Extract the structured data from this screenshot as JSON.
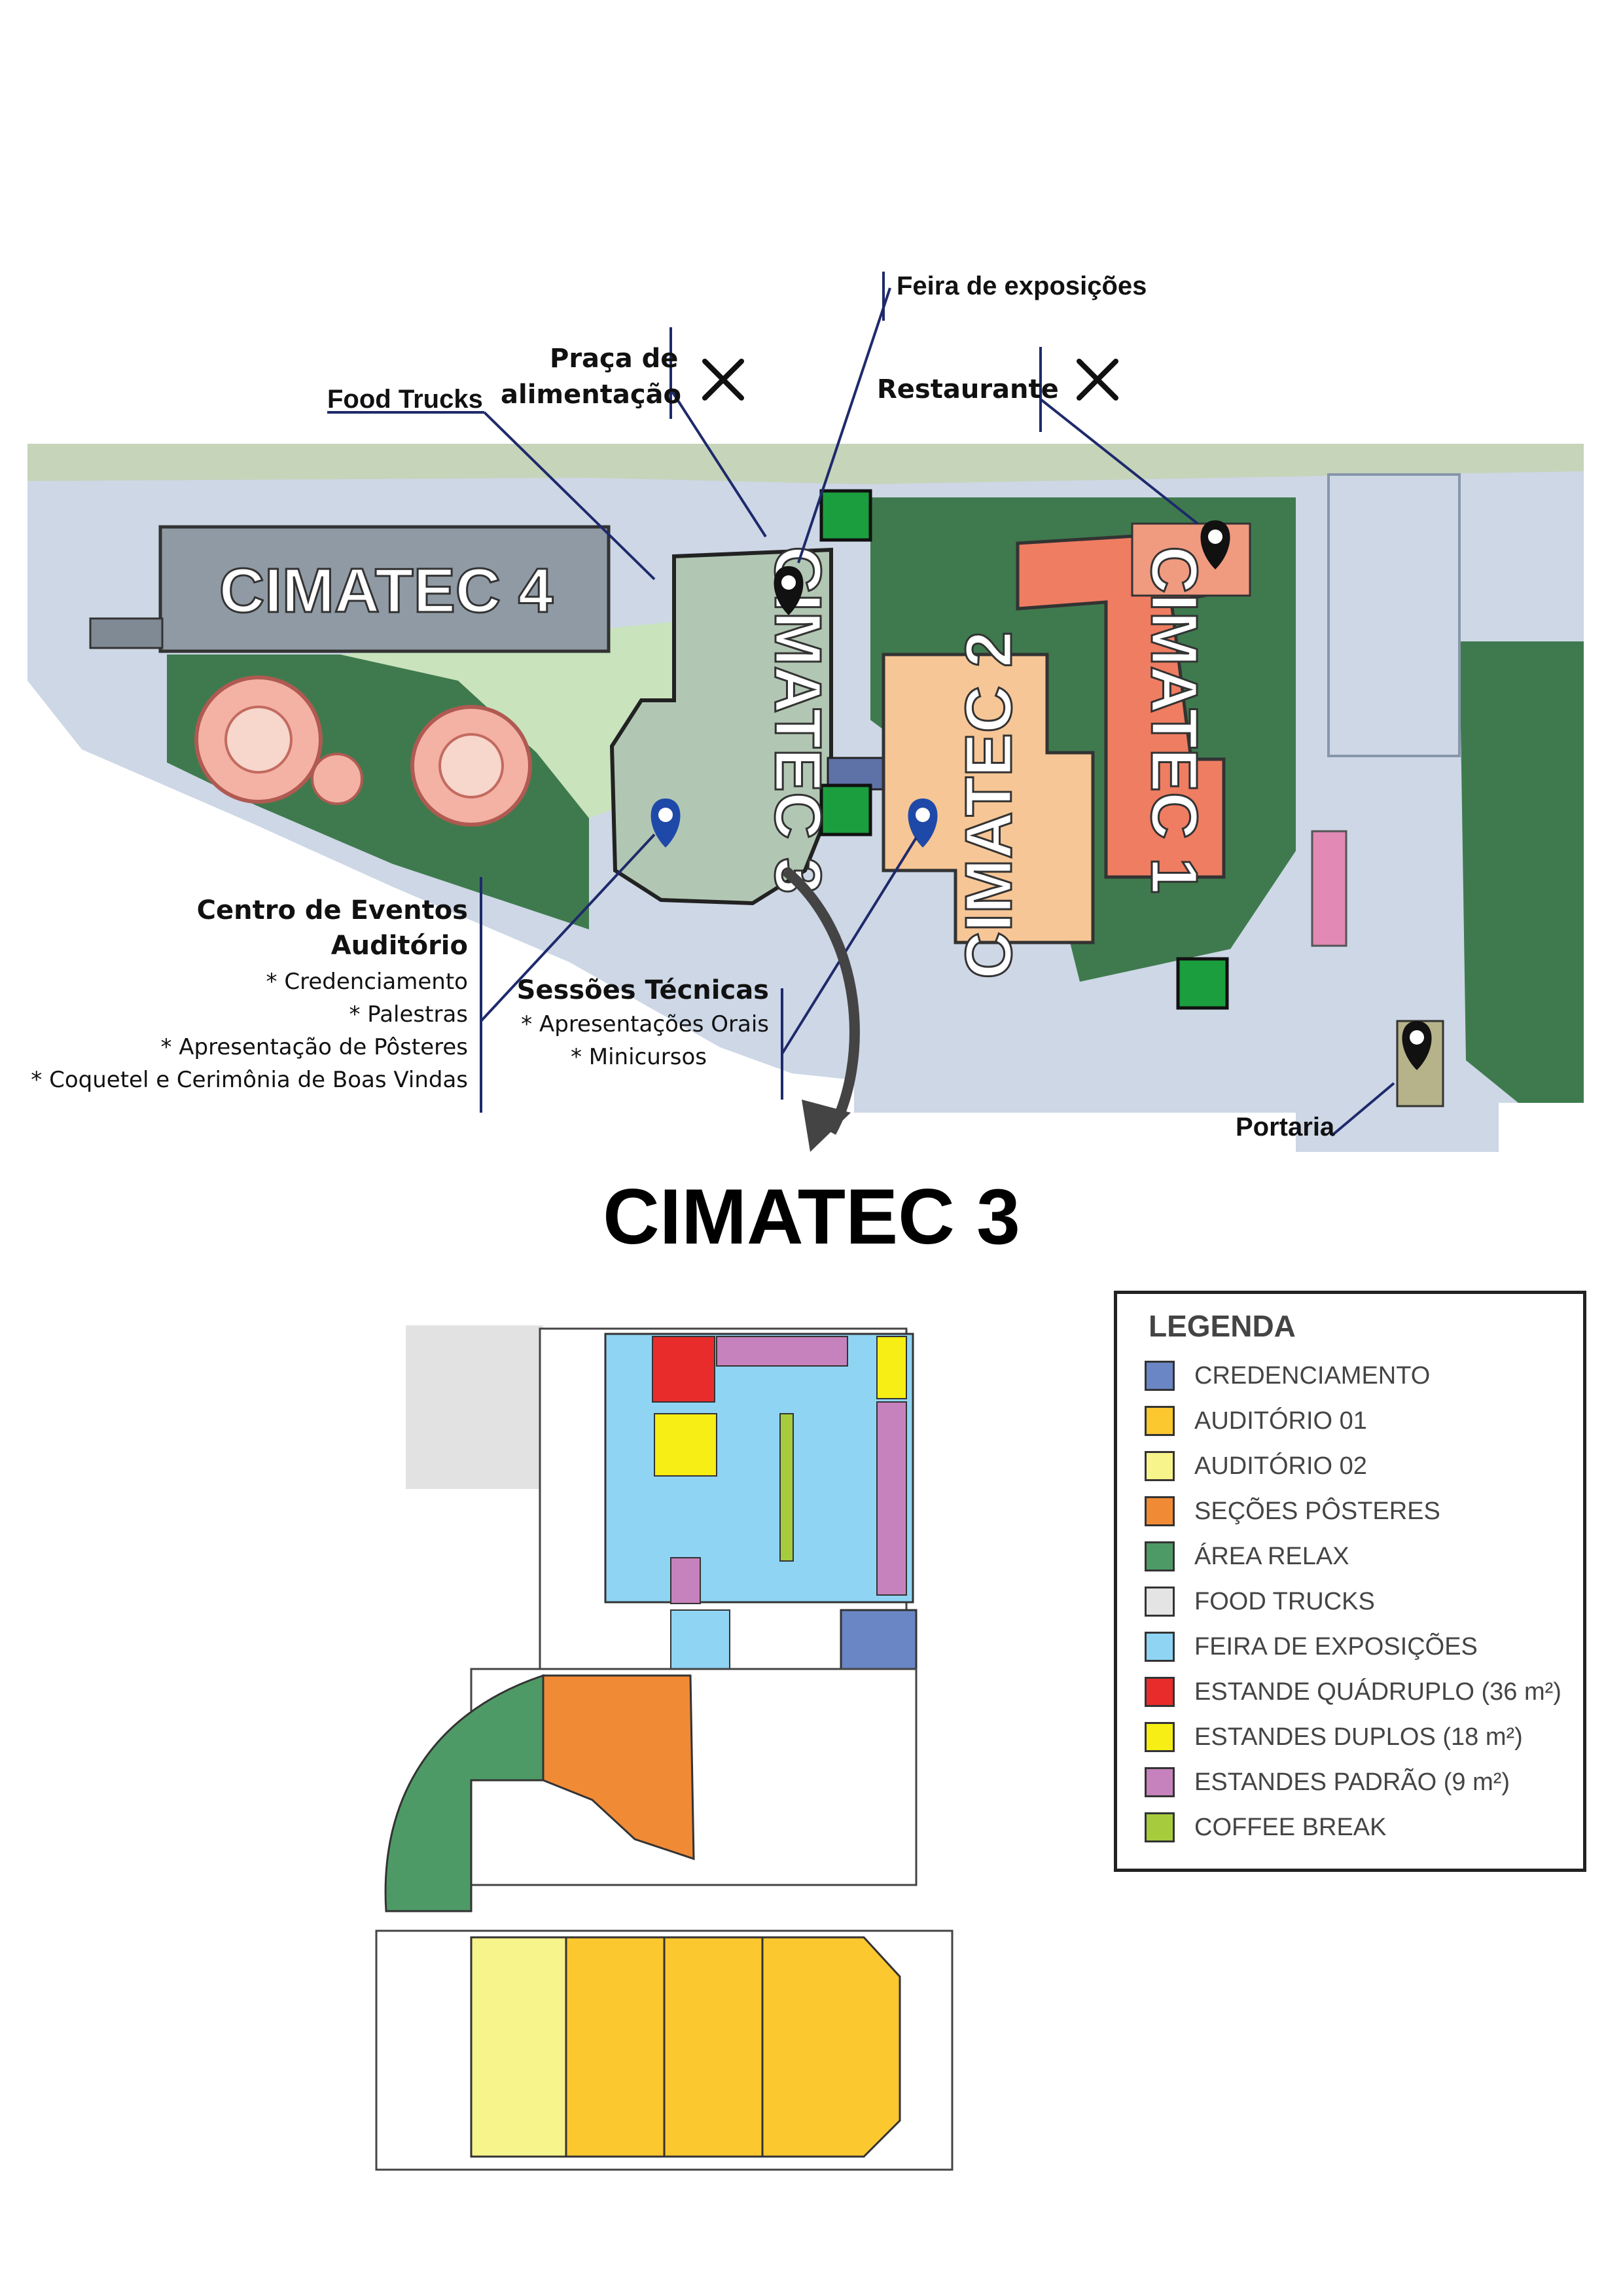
{
  "campus_labels": {
    "feira": "Feira de exposições",
    "praca_line1": "Praça de",
    "praca_line2": "alimentação",
    "food_trucks": "Food Trucks",
    "restaurante": "Restaurante",
    "portaria": "Portaria"
  },
  "buildings": {
    "c4": "CIMATEC 4",
    "c3": "CIMATEC 3",
    "c2": "CIMATEC 2",
    "c1": "CIMATEC 1"
  },
  "centro_eventos": {
    "title1": "Centro de Eventos",
    "title2": "Auditório",
    "items": [
      "* Credenciamento",
      "* Palestras",
      "* Apresentação de Pôsteres",
      "* Coquetel e Cerimônia de Boas Vindas"
    ]
  },
  "sessoes": {
    "title": "Sessões Técnicas",
    "items": [
      "* Apresentações Orais",
      "* Minicursos"
    ]
  },
  "floorplan_title": "CIMATEC 3",
  "legend": {
    "title": "LEGENDA",
    "items": [
      {
        "label": "CREDENCIAMENTO",
        "color": "#6a86c4"
      },
      {
        "label": "AUDITÓRIO 01",
        "color": "#fcc830"
      },
      {
        "label": "AUDITÓRIO 02",
        "color": "#f8f48c"
      },
      {
        "label": "SEÇÕES PÔSTERES",
        "color": "#f18a35"
      },
      {
        "label": "ÁREA RELAX",
        "color": "#4e9a66"
      },
      {
        "label": "FOOD TRUCKS",
        "color": "#e4e4e4"
      },
      {
        "label": "FEIRA DE EXPOSIÇÕES",
        "color": "#90d4f4"
      },
      {
        "label": "ESTANDE QUÁDRUPLO (36 m²)",
        "color": "#e82c2c"
      },
      {
        "label": "ESTANDES DUPLOS (18 m²)",
        "color": "#f6ee14"
      },
      {
        "label": "ESTANDES PADRÃO (9 m²)",
        "color": "#c682bc"
      },
      {
        "label": "COFFEE BREAK",
        "color": "#a6cc3e"
      }
    ]
  },
  "colors": {
    "ground": "#cdd7e6",
    "garden": "#3f7a4e",
    "c4": "#8f9aa4",
    "c3": "#b2c7b3",
    "c2": "#f7c696",
    "c1": "#ef7d62",
    "marker_dark": "#111111",
    "marker_blue": "#1f49a8"
  }
}
